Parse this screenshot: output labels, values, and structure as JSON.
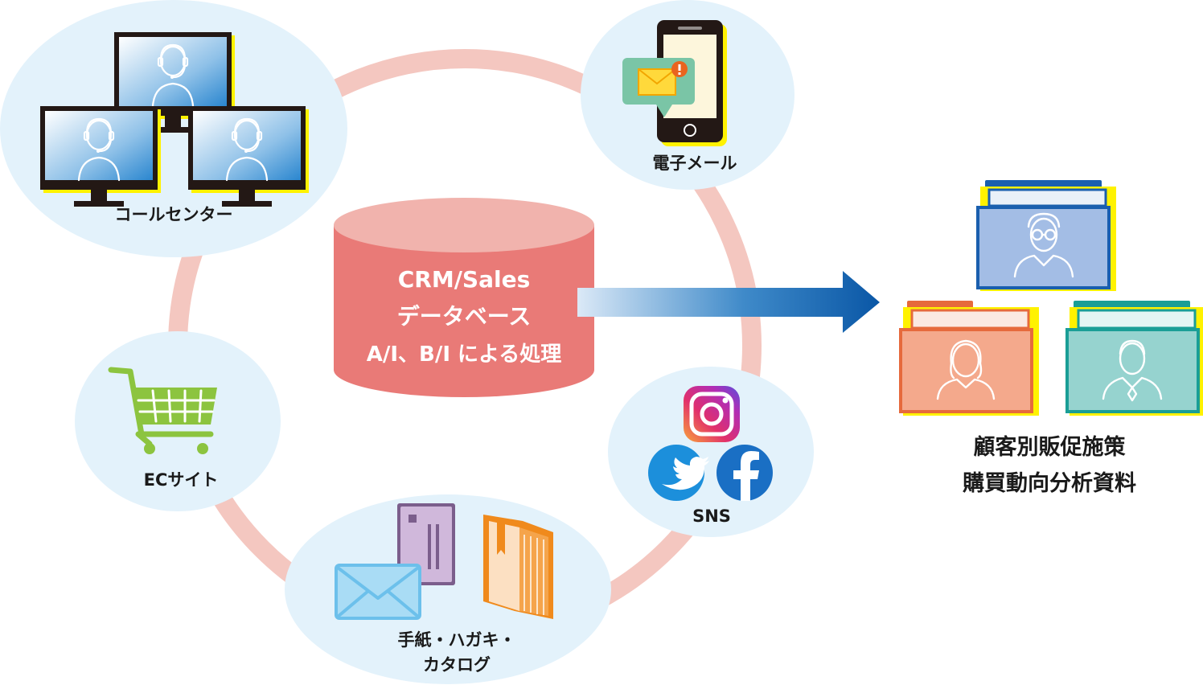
{
  "nodes": {
    "call_center": {
      "label": "コールセンター"
    },
    "email": {
      "label": "電子メール"
    },
    "ec_site": {
      "label": "ECサイト"
    },
    "sns": {
      "label": "SNS"
    },
    "mail": {
      "label_line1": "手紙・ハガキ・",
      "label_line2": "カタログ"
    }
  },
  "database": {
    "line1": "CRM/Sales",
    "line2": "データベース",
    "line3": "A/I、B/I による処理"
  },
  "output": {
    "line1": "顧客別販促施策",
    "line2": "購買動向分析資料"
  },
  "icons": {
    "monitor": "operator-monitor-icon",
    "phone": "smartphone-icon",
    "envelope": "envelope-icon",
    "cart": "shopping-cart-icon",
    "instagram": "instagram-icon",
    "twitter": "twitter-icon",
    "facebook": "facebook-icon",
    "card": "postcard-icon",
    "catalog": "catalog-book-icon",
    "folder": "customer-folder-icon"
  },
  "colors": {
    "bubble": "#e3f2fb",
    "ring": "#f4c7c0",
    "database": "#e97a77",
    "database_top": "#f1b3ad",
    "arrow_start": "#d9e8f6",
    "arrow_end": "#0a59a8",
    "folder_blue": "#a3bde5",
    "folder_orange": "#f4a98c",
    "folder_teal": "#96d3cf"
  }
}
